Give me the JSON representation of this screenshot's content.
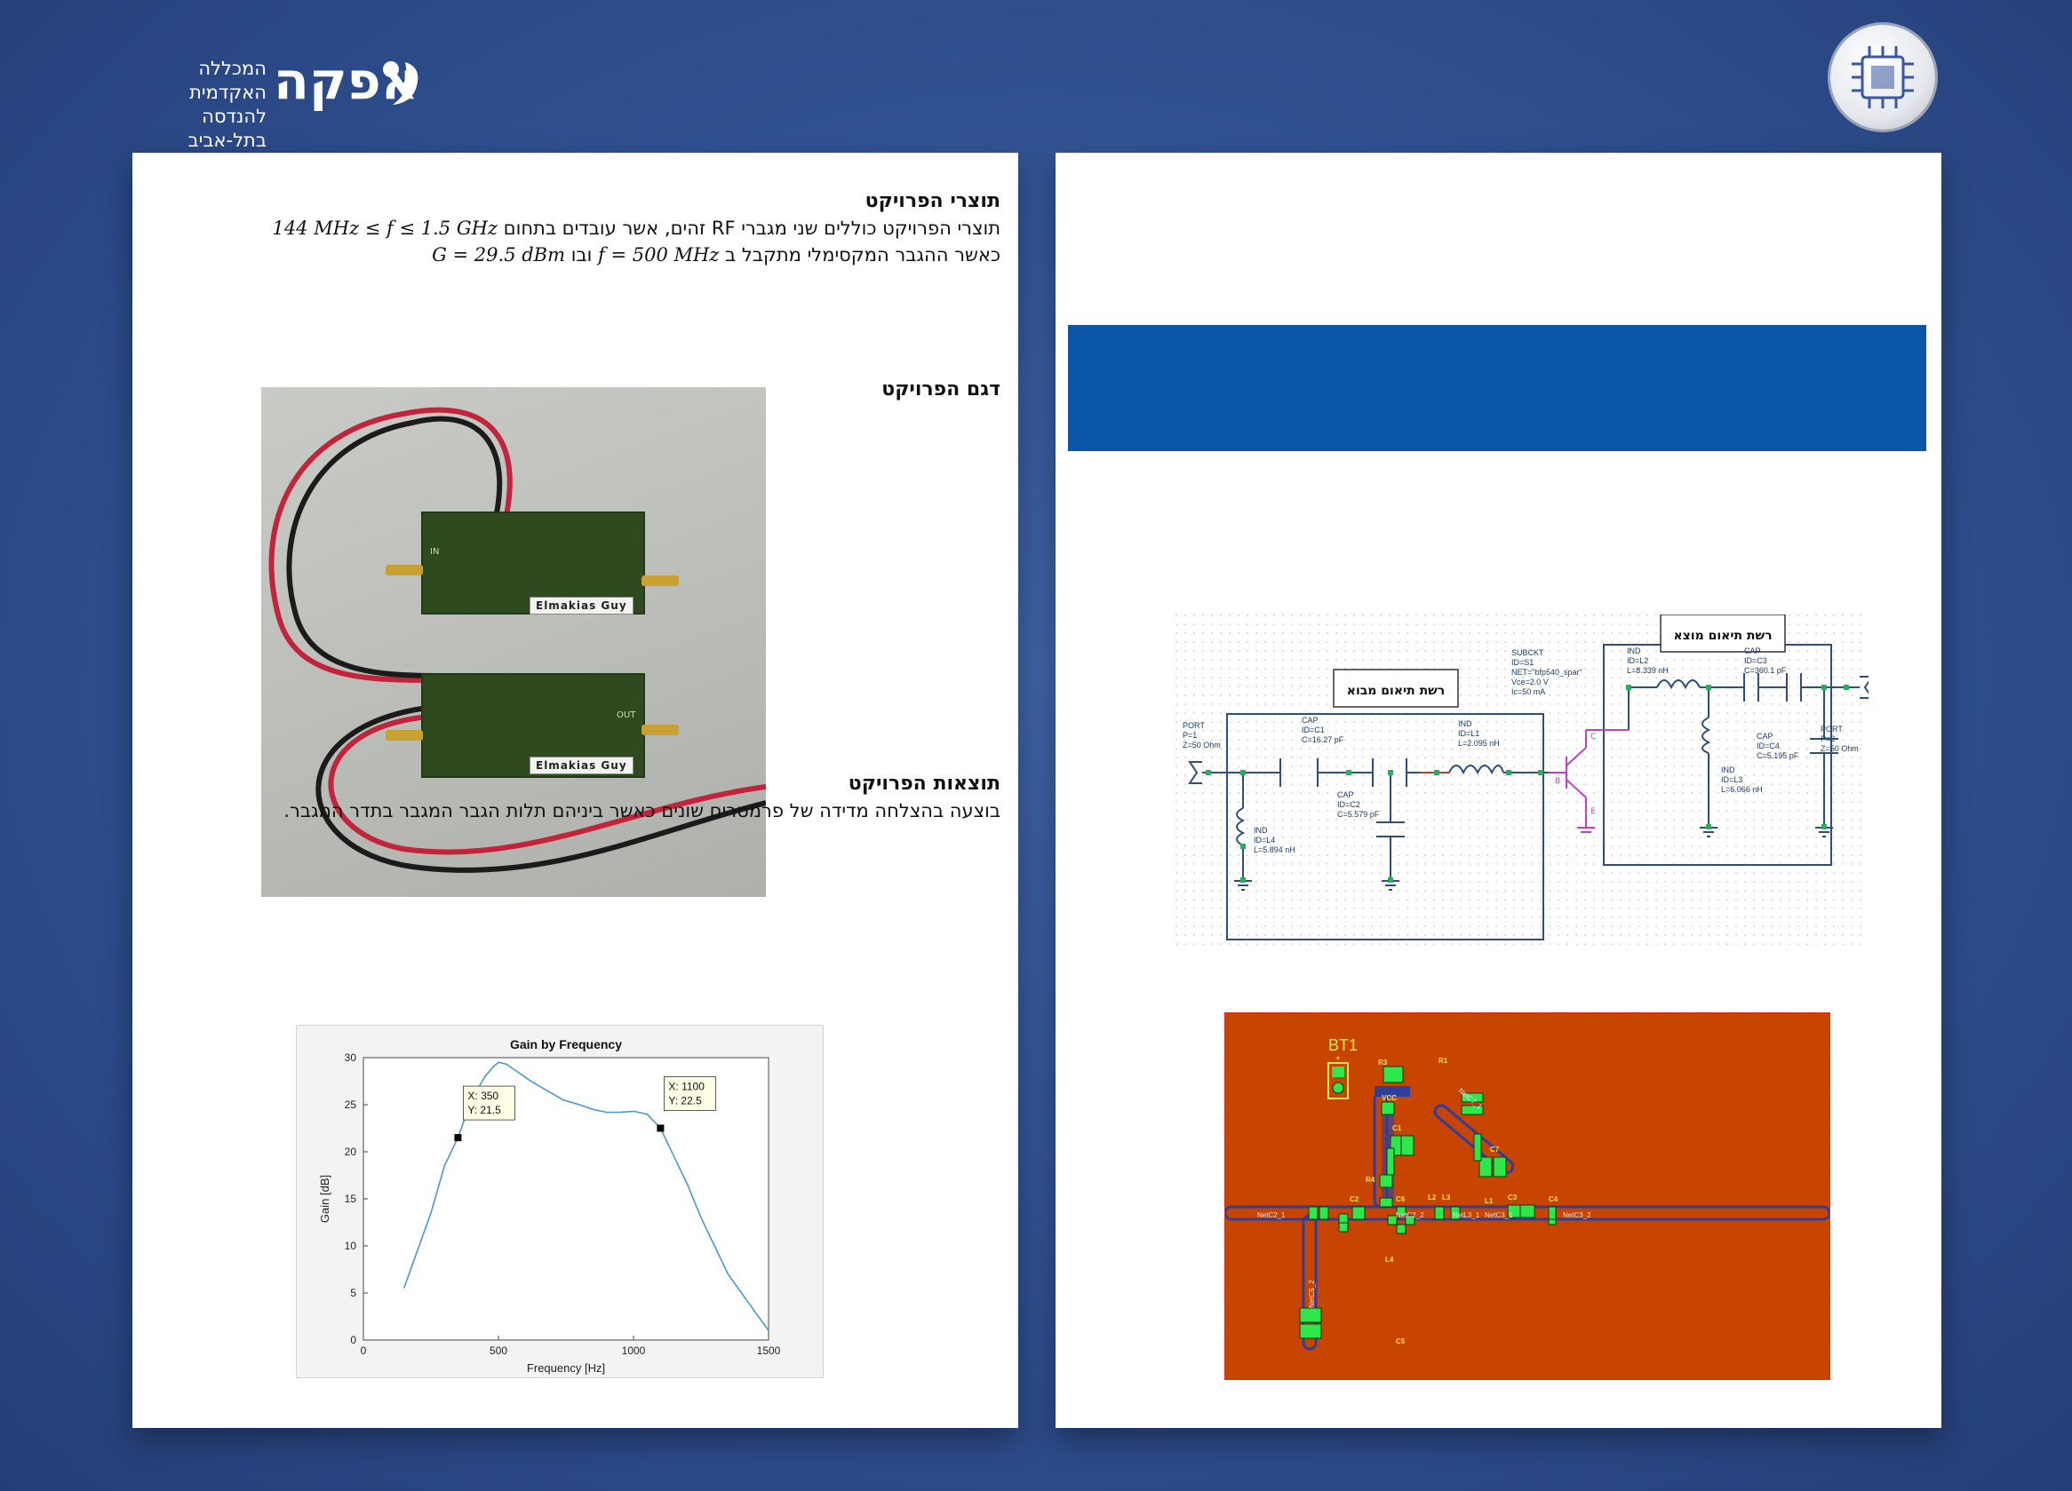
{
  "header": {
    "logo_sub_line1": "המכללה האקדמית",
    "logo_sub_line2": "להנדסה בתל-אביב",
    "logo_main": "אפקה"
  },
  "left_page": {
    "products": {
      "heading": "תוצרי הפרויקט",
      "line1_text": "תוצרי הפרויקט כוללים שני מגברי RF זהים, אשר עובדים בתחום",
      "line1_math": "144 MHz ≤ f ≤ 1.5 GHz",
      "line2_text_a": "כאשר ההגבר המקסימלי מתקבל ב",
      "line2_math_a": "f = 500 MHz",
      "line2_text_b": "ובו",
      "line2_math_b": "G = 29.5 dBm"
    },
    "model": {
      "heading": "דגם הפרויקט",
      "board_label_top": "Elmakias  Guy",
      "board_label_bottom": "Elmakias  Guy",
      "in_label": "IN",
      "out_label": "OUT"
    },
    "results": {
      "heading": "תוצאות הפרויקט",
      "line": "בוצעה בהצלחה מדידה של פרמטרים שונים כאשר ביניהם תלות הגבר המגבר בתדר המגבר."
    }
  },
  "chart_data": {
    "type": "line",
    "title": "Gain by Frequency",
    "xlabel": "Frequency [Hz]",
    "ylabel": "Gain [dB]",
    "xlim": [
      0,
      1500
    ],
    "ylim": [
      0,
      30
    ],
    "xticks": [
      0,
      500,
      1000,
      1500
    ],
    "yticks": [
      0,
      5,
      10,
      15,
      20,
      25,
      30
    ],
    "grid": false,
    "series": [
      {
        "color": "#4f95d0",
        "x": [
          150,
          200,
          250,
          300,
          350,
          400,
          450,
          480,
          500,
          530,
          570,
          620,
          680,
          740,
          800,
          850,
          900,
          950,
          1000,
          1050,
          1100,
          1150,
          1200,
          1250,
          1300,
          1350,
          1400,
          1450,
          1500
        ],
        "y": [
          5.5,
          9.5,
          13.5,
          18.5,
          21.5,
          25.5,
          28,
          29,
          29.5,
          29.3,
          28.5,
          27.5,
          26.5,
          25.5,
          25,
          24.5,
          24.2,
          24.2,
          24.3,
          24,
          22.5,
          19.5,
          16.5,
          13,
          10,
          7,
          5,
          3,
          1
        ]
      }
    ],
    "datatips": [
      {
        "x": 350,
        "y": 21.5,
        "text_x": "X: 350",
        "text_y": "Y: 21.5"
      },
      {
        "x": 1100,
        "y": 22.5,
        "text_x": "X: 1100",
        "text_y": "Y: 22.5"
      }
    ]
  },
  "schematic": {
    "input_box_title": "רשת תיאום מבוא",
    "output_box_title": "רשת תיאום מוצא",
    "port1": [
      "PORT",
      "P=1",
      "Z=50 Ohm"
    ],
    "port2": [
      "PORT",
      "P=2",
      "Z=50 Ohm"
    ],
    "c1": [
      "CAP",
      "ID=C1",
      "C=16.27 pF"
    ],
    "c2": [
      "CAP",
      "ID=C2",
      "C=5.579 pF"
    ],
    "l4": [
      "IND",
      "ID=L4",
      "L=5.894 nH"
    ],
    "l1": [
      "IND",
      "ID=L1",
      "L=2.095 nH"
    ],
    "subckt": [
      "SUBCKT",
      "ID=S1",
      "NET=\"bfp540_spar\"",
      "Vce=2.0 V",
      "Ic=50 mA"
    ],
    "l2": [
      "IND",
      "ID=L2",
      "L=8.339 nH"
    ],
    "c3": [
      "CAP",
      "ID=C3",
      "C=360.1 pF"
    ],
    "l3": [
      "IND",
      "ID=L3",
      "L=6.066 nH"
    ],
    "c4": [
      "CAP",
      "ID=C4",
      "C=5.195 pF"
    ],
    "pin_b": "B",
    "pin_c": "C",
    "pin_e": "E"
  },
  "layout": {
    "bt1": "BT1",
    "plus": "+",
    "labels": [
      "R3",
      "R1",
      "C1",
      "R4",
      "C7",
      "L1",
      "C3",
      "C4",
      "C2",
      "C6",
      "L2",
      "L3",
      "L4",
      "C5",
      "VCC"
    ],
    "nets": [
      "NetC2_1",
      "NetC2_2",
      "NetL3_1",
      "NetC3_1",
      "NetC3_2",
      "NetC5_2",
      "NetC7_1"
    ]
  }
}
